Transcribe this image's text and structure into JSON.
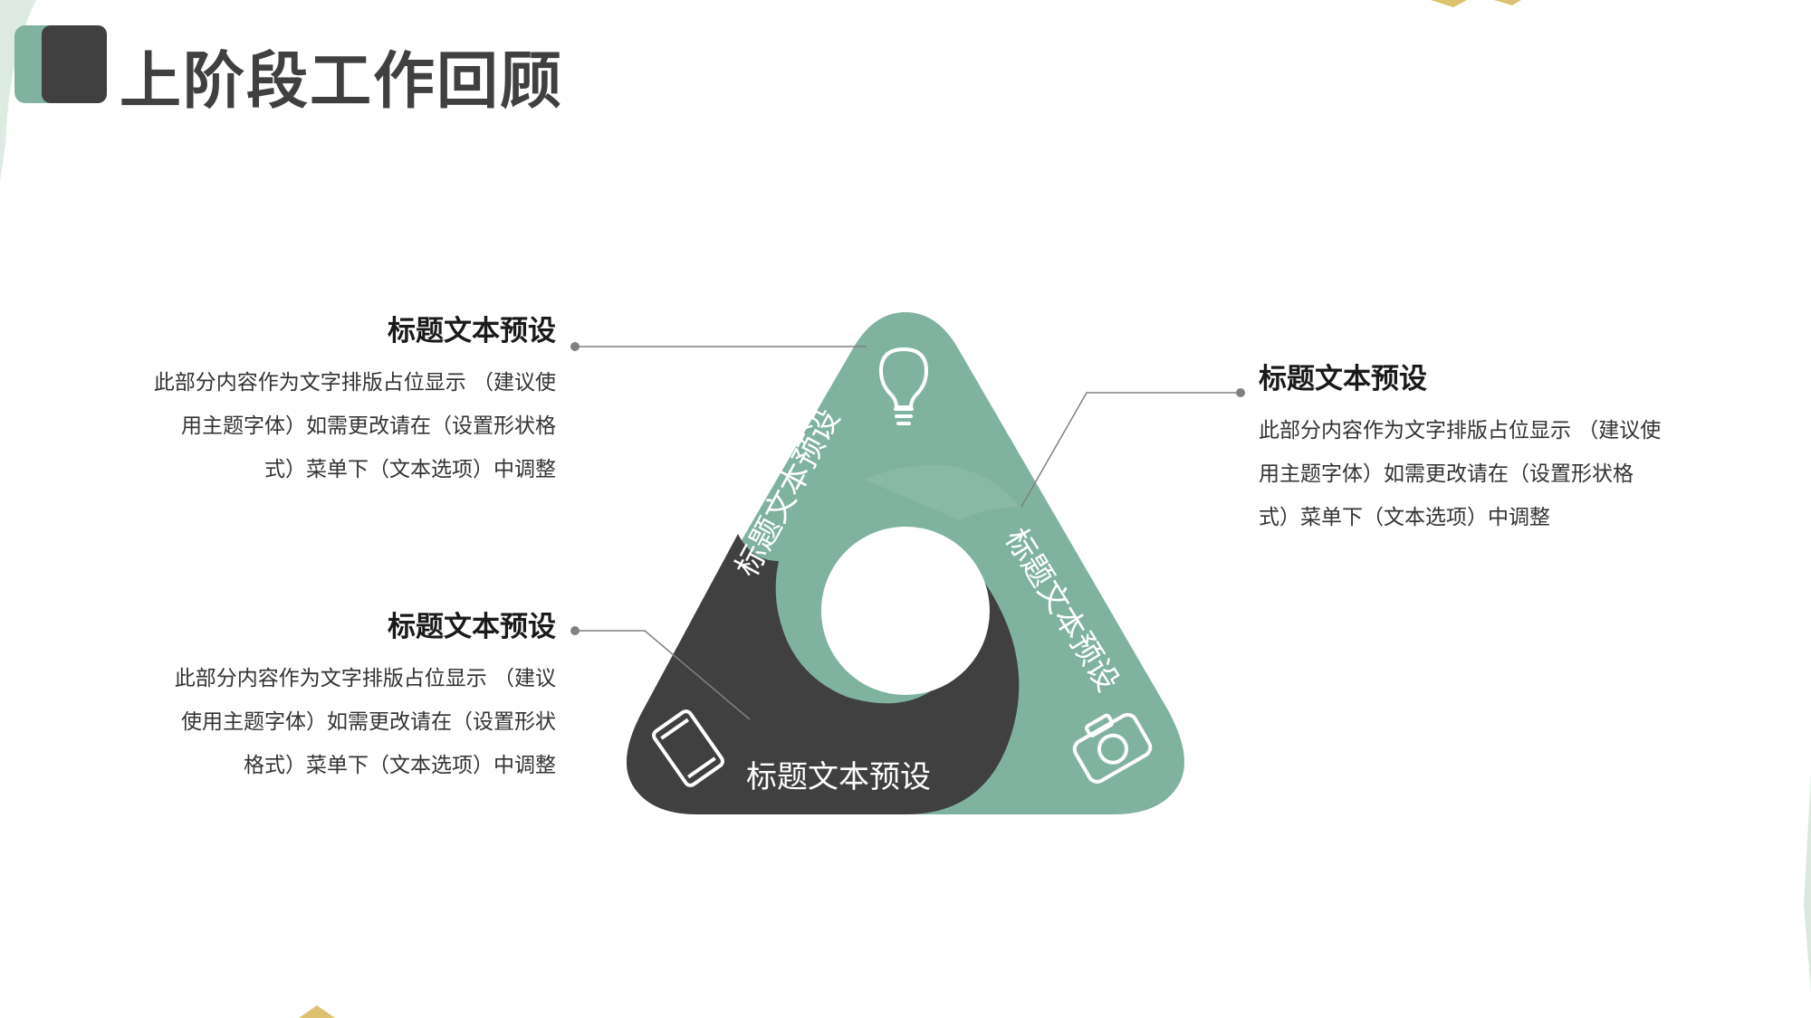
{
  "page_title": "上阶段工作回顾",
  "colors": {
    "accent": "#7fb3a0",
    "dark": "#404040",
    "text": "#333333"
  },
  "diagram": {
    "segments": [
      {
        "label": "标题文本预设",
        "icon": "lightbulb-icon"
      },
      {
        "label": "标题文本预设",
        "icon": "camera-icon"
      },
      {
        "label": "标题文本预设",
        "icon": "tablet-icon"
      }
    ]
  },
  "callouts": [
    {
      "title": "标题文本预设",
      "lines": [
        "此部分内容作为文字排版占位显示 （建议使",
        "用主题字体）如需更改请在（设置形状格",
        "式）菜单下（文本选项）中调整"
      ]
    },
    {
      "title": "标题文本预设",
      "lines": [
        "此部分内容作为文字排版占位显示 （建议使",
        "用主题字体）如需更改请在（设置形状格",
        "式）菜单下（文本选项）中调整"
      ]
    },
    {
      "title": "标题文本预设",
      "lines": [
        "此部分内容作为文字排版占位显示 （建议",
        "使用主题字体）如需更改请在（设置形状",
        "格式）菜单下（文本选项）中调整"
      ]
    }
  ]
}
